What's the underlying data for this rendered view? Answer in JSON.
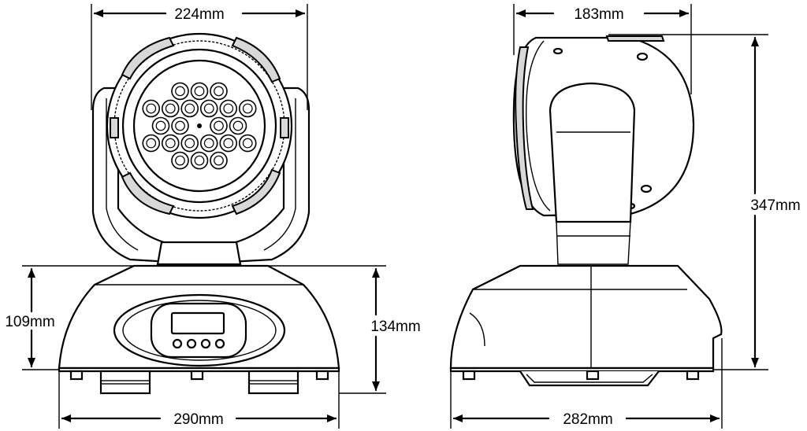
{
  "dimensions": {
    "head_width": "224mm",
    "head_depth": "183mm",
    "total_height": "347mm",
    "base_height_front": "109mm",
    "base_height_side": "134mm",
    "base_width_front": "290mm",
    "base_width_side": "282mm"
  }
}
